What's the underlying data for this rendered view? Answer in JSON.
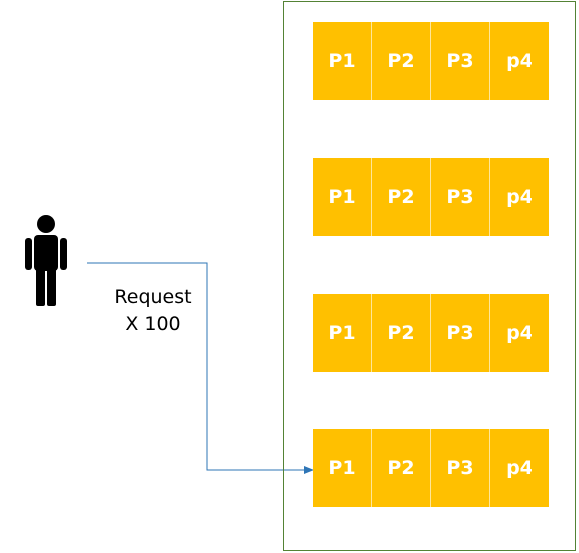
{
  "colors": {
    "box_border": "#548235",
    "cell_fill": "#ffc000",
    "cell_text": "#ffffff",
    "connector": "#2e75b6",
    "person": "#000000"
  },
  "icons": {
    "user": "person-icon"
  },
  "request": {
    "line1": "Request",
    "line2": "X 100"
  },
  "rows": [
    {
      "cells": [
        "P1",
        "P2",
        "P3",
        "p4"
      ]
    },
    {
      "cells": [
        "P1",
        "P2",
        "P3",
        "p4"
      ]
    },
    {
      "cells": [
        "P1",
        "P2",
        "P3",
        "p4"
      ]
    },
    {
      "cells": [
        "P1",
        "P2",
        "P3",
        "p4"
      ]
    }
  ]
}
